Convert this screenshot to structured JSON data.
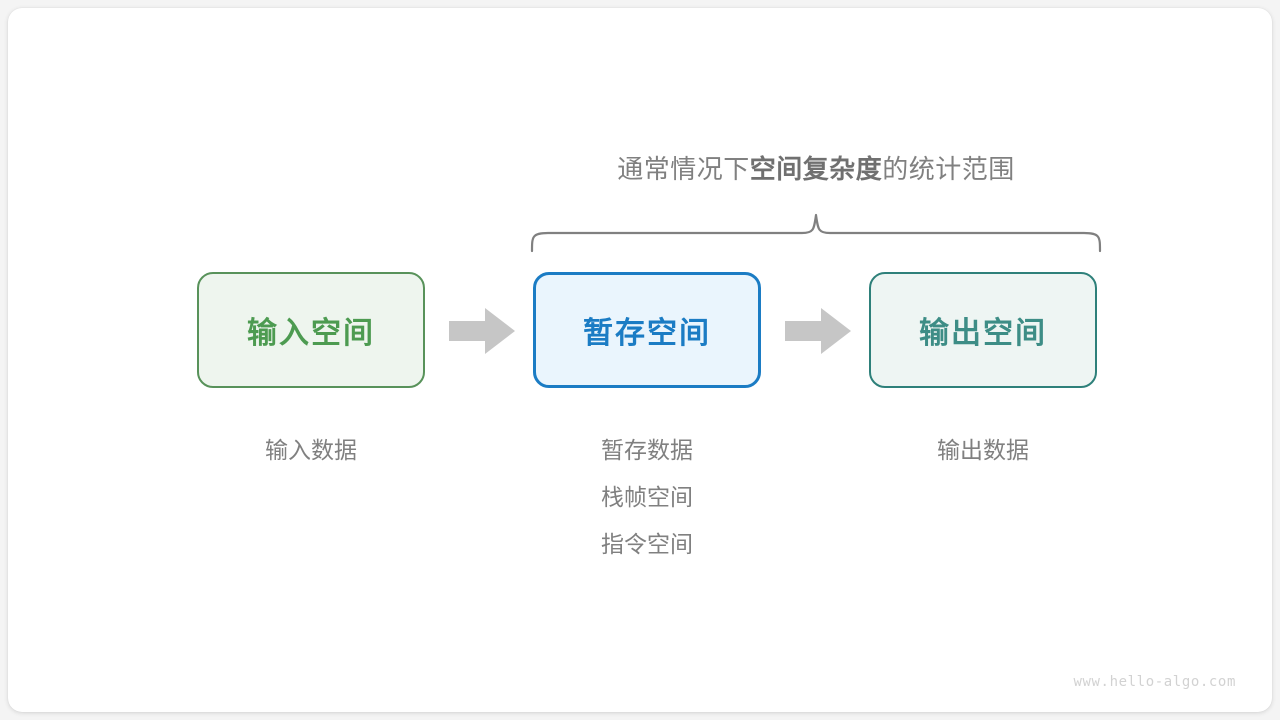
{
  "diagram": {
    "watermark": "www.hello-algo.com",
    "brace_caption": {
      "prefix": "通常情况下",
      "emphasis": "空间复杂度",
      "suffix": "的统计范围"
    },
    "boxes": [
      {
        "id": "input",
        "label": "输入空间",
        "border_color": "#58925a",
        "fill_color": "#eef5ee",
        "text_color": "#4d9b51"
      },
      {
        "id": "temp",
        "label": "暂存空间",
        "border_color": "#1b7cc4",
        "fill_color": "#eaf5fd",
        "text_color": "#1b7cc4"
      },
      {
        "id": "output",
        "label": "输出空间",
        "border_color": "#2e807a",
        "fill_color": "#eef5f3",
        "text_color": "#3d8d86"
      }
    ],
    "arrows": [
      {
        "id": "arrow-1",
        "direction": "right",
        "color": "#c6c6c6"
      },
      {
        "id": "arrow-2",
        "direction": "right",
        "color": "#c6c6c6"
      }
    ],
    "captions": {
      "input": [
        "输入数据"
      ],
      "temp": [
        "暂存数据",
        "栈帧空间",
        "指令空间"
      ],
      "output": [
        "输出数据"
      ]
    },
    "brace": {
      "color": "#808080",
      "spans_boxes": [
        "temp",
        "output"
      ]
    }
  }
}
